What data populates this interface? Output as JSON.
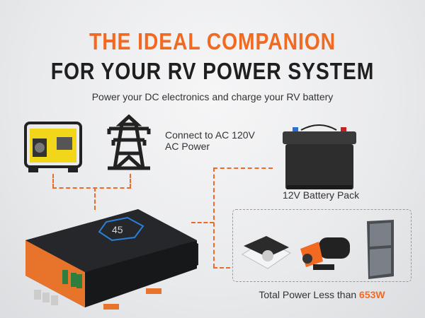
{
  "headline": {
    "line1": "THE IDEAL COMPANION",
    "line2": "FOR YOUR RV POWER SYSTEM"
  },
  "subtitle": "Power your DC electronics and charge your RV battery",
  "ac_source": {
    "line1": "Connect to AC 120V",
    "line2": "AC Power"
  },
  "battery": {
    "label": "12V Battery Pack"
  },
  "loads": {
    "label_prefix": "Total Power Less than",
    "highlight": "653W"
  },
  "charger": {
    "display": "45"
  },
  "colors": {
    "accent": "#f26a21",
    "dark": "#1f1f1f"
  }
}
